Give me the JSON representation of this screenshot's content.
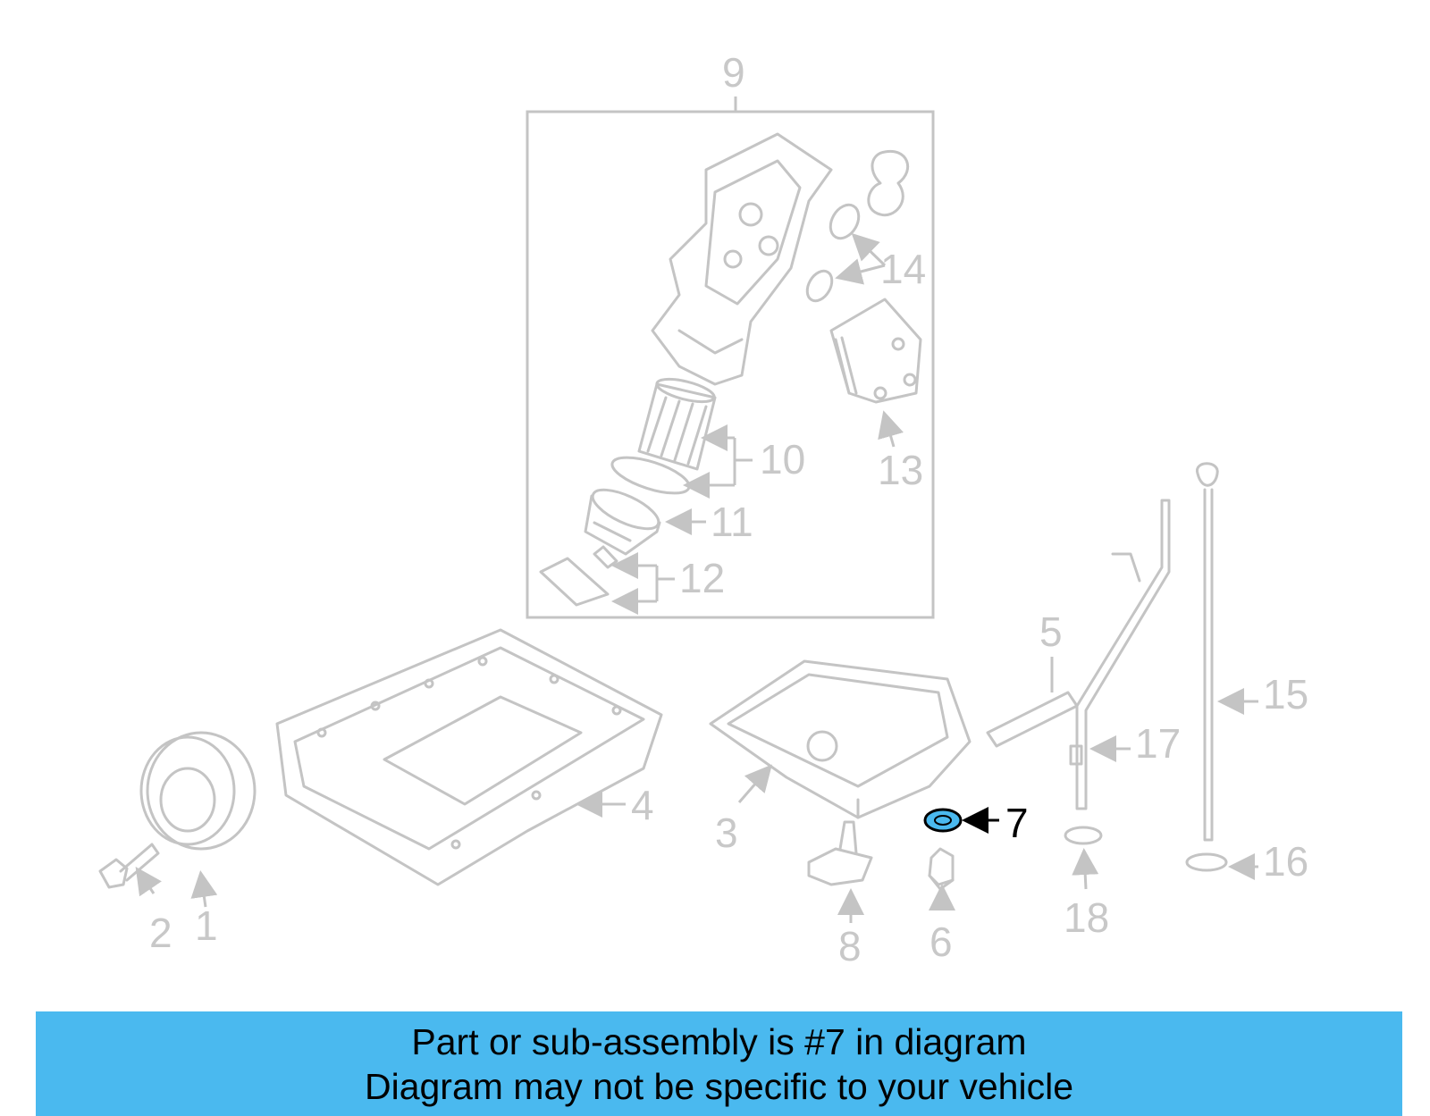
{
  "diagram": {
    "callouts": {
      "c1": "1",
      "c2": "2",
      "c3": "3",
      "c4": "4",
      "c5": "5",
      "c6": "6",
      "c7": "7",
      "c8": "8",
      "c9": "9",
      "c10": "10",
      "c11": "11",
      "c12": "12",
      "c13": "13",
      "c14": "14",
      "c15": "15",
      "c16": "16",
      "c17": "17",
      "c18": "18"
    },
    "highlight_part": "7",
    "colors": {
      "highlight_fill": "#4ab9ef",
      "linework": "#c4c4c4",
      "active": "#000000"
    }
  },
  "banner": {
    "line1": "Part or sub-assembly is #7 in diagram",
    "line2": "Diagram may not be specific to your vehicle",
    "background": "#4ab9ef"
  }
}
